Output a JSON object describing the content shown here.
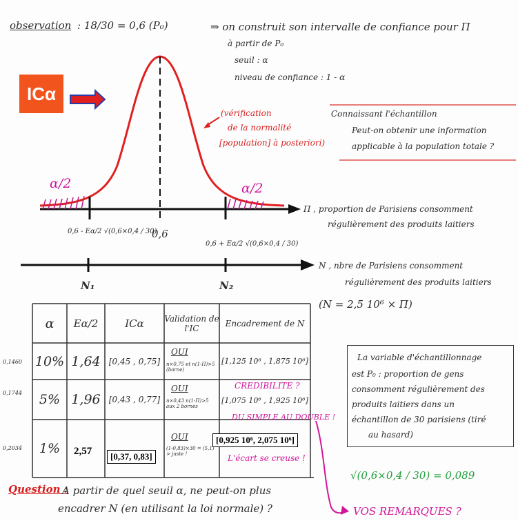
{
  "header": {
    "observation_label": "observation",
    "formula": ": 18/30 = 0,6  (P₀)",
    "arrow_text": "⇒ on construit son intervalle de confiance pour Π",
    "line2": "à partir de  P₀",
    "line3": "seuil : α",
    "line4": "niveau de confiance : 1 - α"
  },
  "badge": {
    "label": "ICα"
  },
  "curve": {
    "annotation_red": [
      "(vérification",
      "de la normalité",
      "[population] à posteriori)"
    ],
    "alpha_left": "α/2",
    "alpha_right": "α/2",
    "tick_left": "0,6 - Eα/2 √(0,6×0,4 / 30)",
    "tick_mid": "0,6",
    "tick_right": "0,6 + Eα/2 √(0,6×0,4 / 30)"
  },
  "right_notes": {
    "knowing": "Connaissant l'échantillon",
    "question": "Peut-on obtenir une information",
    "question2": "applicable à la population totale ?",
    "pi_def": "Π , proportion de Parisiens consomment",
    "pi_def2": "régulièrement des produits laitiers",
    "n_def": "N , nbre de Parisiens consomment",
    "n_def2": "régulièrement des produits laitiers",
    "n_formula": "(N = 2,5 10⁶ × Π)"
  },
  "axis": {
    "n1": "N₁",
    "n2": "N₂"
  },
  "table": {
    "headers": [
      "α",
      "Eα/2",
      "ICα",
      "Validation de l'IC",
      "Encadrement de N"
    ],
    "side_values": [
      "0,1460",
      "0,1744",
      "0,2034"
    ],
    "rows": [
      {
        "alpha": "10%",
        "e": "1,64",
        "ic": "[0,45 , 0,75]",
        "valid": "OUI",
        "valid_note": "n×0,75 et n(1-Π)>5 (borne)",
        "enc": "[1,125 10⁶ , 1,875 10⁶]"
      },
      {
        "alpha": "5%",
        "e": "1,96",
        "ic": "[0,43 , 0,77]",
        "valid": "OUI",
        "valid_note": "n×0,43 n(1-Π)>5 aux 2 bornes",
        "enc": "[1,075 10⁶ , 1,925 10⁶]"
      },
      {
        "alpha": "1%",
        "e": "2,57",
        "ic": "[0,37, 0,83]",
        "valid": "OUI",
        "valid_note": "(1-0,83)×30 = (5,1) > juste !",
        "enc": "[0,925 10⁶, 2,075 10⁶]"
      }
    ],
    "credibility": "CREDIBILITE ?",
    "simple_double": "DU SIMPLE AU DOUBLE !",
    "ecart": "L'écart se creuse !"
  },
  "note_box": {
    "lines": [
      "La variable d'échantillonnage",
      "est P₀ : proportion de gens",
      "consomment régulièrement des",
      "produits laitiers dans un",
      "échantillon de 30 parisiens (tiré",
      "au hasard)"
    ]
  },
  "green": {
    "formula": "√(0,6×0,4 / 30) = 0,089"
  },
  "remarks": "VOS REMARQUES ?",
  "question": {
    "label": "Question :",
    "text": "A partir de quel seuil α, ne peut-on plus",
    "text2": "encadrer N (en utilisant la loi normale) ?"
  }
}
